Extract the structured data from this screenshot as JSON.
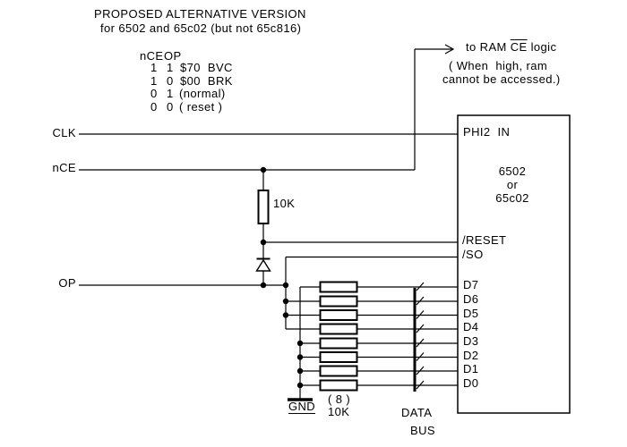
{
  "title": {
    "line1": "PROPOSED ALTERNATIVE VERSION",
    "line2": "for 6502 and 65c02 (but not 65c816)"
  },
  "truth_table": {
    "col1_header": "nCE",
    "col2_header": "OP",
    "rows": [
      {
        "nce": "1",
        "op": "1",
        "result": "$70  BVC"
      },
      {
        "nce": "1",
        "op": "0",
        "result": "$00  BRK"
      },
      {
        "nce": "0",
        "op": "1",
        "result": "(normal)"
      },
      {
        "nce": "0",
        "op": "0",
        "result": "( reset )"
      }
    ]
  },
  "ram_annotation": {
    "pre": "to RAM ",
    "overlined": "CE",
    "post": " logic",
    "note1": "( When  high, ram",
    "note2": "cannot be accessed.)"
  },
  "left_signals": {
    "clk": "CLK",
    "nce": "nCE",
    "op": "OP"
  },
  "pullup": {
    "value": "10K"
  },
  "cpu": {
    "pin_clock": "PHI2  IN",
    "name1": "6502",
    "name2": "or",
    "name3": "65c02",
    "pin_reset": "/RESET",
    "pin_so": "/SO",
    "data_pins": [
      "D7",
      "D6",
      "D5",
      "D4",
      "D3",
      "D2",
      "D1",
      "D0"
    ]
  },
  "resistor_array": {
    "count": "( 8 )",
    "value": "10K"
  },
  "ground": {
    "label": "GND"
  },
  "data_bus": {
    "line1": "DATA",
    "line2": "BUS"
  },
  "colors": {
    "ink": "#000000",
    "paper": "#ffffff"
  }
}
